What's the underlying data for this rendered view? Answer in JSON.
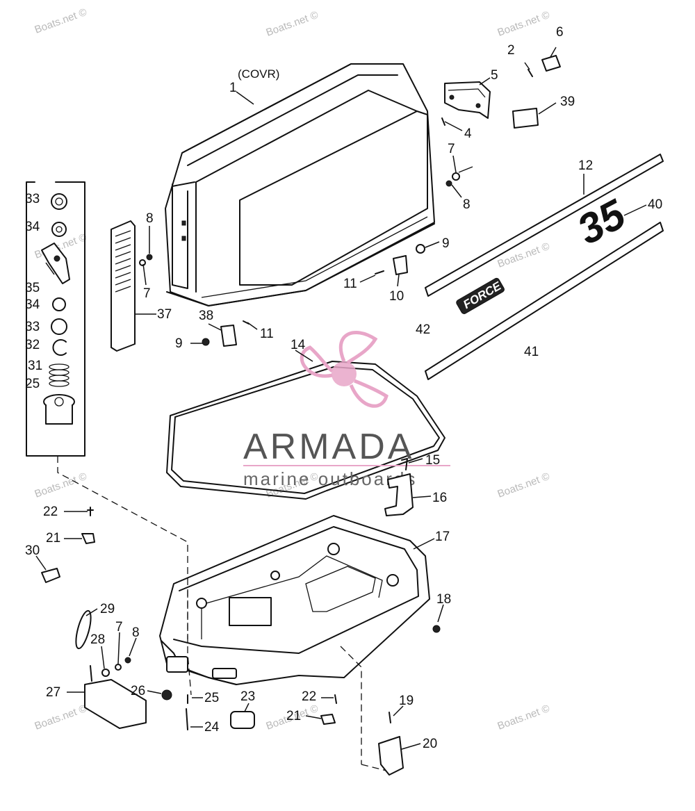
{
  "watermark": {
    "text": "Boats.net ©"
  },
  "logo": {
    "name": "ARMADA",
    "tagline": "marine outboards",
    "accent_color": "#e8a6c8",
    "text_color": "#555555"
  },
  "cover_label": "(COVR)",
  "decals": {
    "model_number": "35",
    "brand": "FORCE"
  },
  "callouts": {
    "c1": "1",
    "c2": "2",
    "c4": "4",
    "c5": "5",
    "c6": "6",
    "c7a": "7",
    "c7b": "7",
    "c7c": "7",
    "c8a": "8",
    "c8b": "8",
    "c8c": "8",
    "c9a": "9",
    "c9b": "9",
    "c10": "10",
    "c11a": "11",
    "c11b": "11",
    "c12": "12",
    "c14": "14",
    "c15": "15",
    "c16": "16",
    "c17": "17",
    "c18": "18",
    "c19": "19",
    "c20": "20",
    "c21a": "21",
    "c21b": "21",
    "c22a": "22",
    "c22b": "22",
    "c23": "23",
    "c24": "24",
    "c25a": "25",
    "c25b": "25",
    "c26": "26",
    "c27": "27",
    "c28": "28",
    "c29": "29",
    "c30": "30",
    "c31": "31",
    "c32": "32",
    "c33a": "33",
    "c33b": "33",
    "c34a": "34",
    "c34b": "34",
    "c35": "35",
    "c37": "37",
    "c38": "38",
    "c39": "39",
    "c40": "40",
    "c41": "41",
    "c42": "42"
  }
}
